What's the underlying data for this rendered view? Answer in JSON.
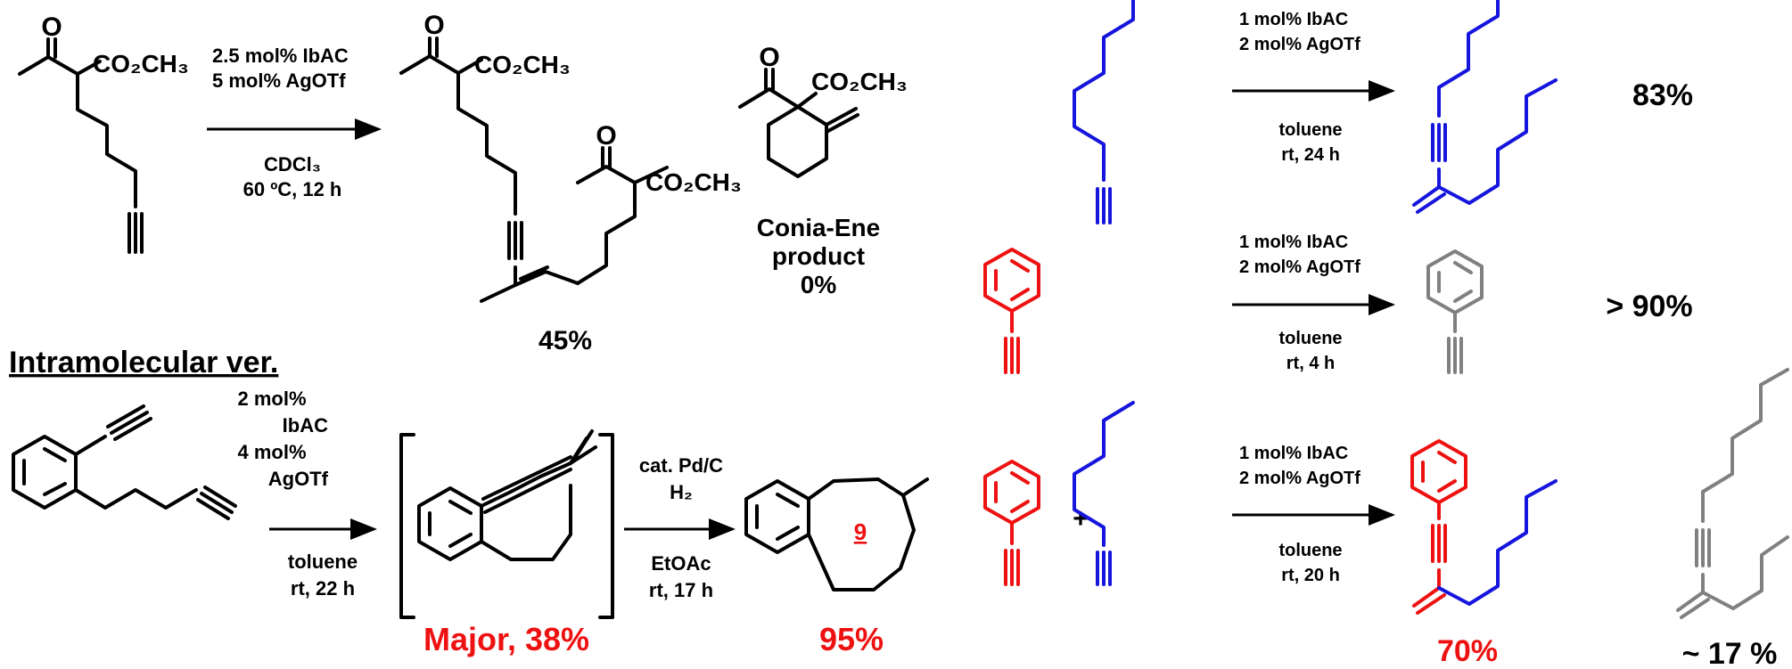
{
  "groups": {
    "CO2CH3": "CO₂CH₃",
    "O": "O"
  },
  "reaction1": {
    "cond1": "2.5 mol% IbAC",
    "cond2": "5 mol% AgOTf",
    "cond3": "CDCl₃",
    "cond4": "60 ºC, 12 h",
    "yield": "45%",
    "conia_line1": "Conia-Ene",
    "conia_line2": "product",
    "conia_line3": "0%"
  },
  "intramolecular": {
    "heading": "Intramolecular ver.",
    "cond1": "2 mol%",
    "cond2": "IbAC",
    "cond3": "4 mol%",
    "cond4": "AgOTf",
    "cond5": "toluene",
    "cond6": "rt, 22 h",
    "major": "Major, 38%",
    "hyd1": "cat. Pd/C",
    "hyd2": "H₂",
    "hyd3": "EtOAc",
    "hyd4": "rt, 17 h",
    "ring_size": "9",
    "yield": "95%"
  },
  "right": {
    "r1": {
      "cond1": "1 mol% IbAC",
      "cond2": "2 mol% AgOTf",
      "cond3": "toluene",
      "cond4": "rt, 24 h",
      "yield": "83%"
    },
    "r2": {
      "cond1": "1 mol% IbAC",
      "cond2": "2 mol% AgOTf",
      "cond3": "toluene",
      "cond4": "rt, 4 h",
      "yield": "> 90%"
    },
    "r3": {
      "plus": "+",
      "cond1": "1 mol% IbAC",
      "cond2": "2 mol% AgOTf",
      "cond3": "toluene",
      "cond4": "rt, 20 h",
      "yield": "70%",
      "yield2": "~ 17 %"
    }
  },
  "colors": {
    "black": "#000000",
    "red": "#ee1111",
    "blue": "#1515dd",
    "gray": "#808080"
  }
}
